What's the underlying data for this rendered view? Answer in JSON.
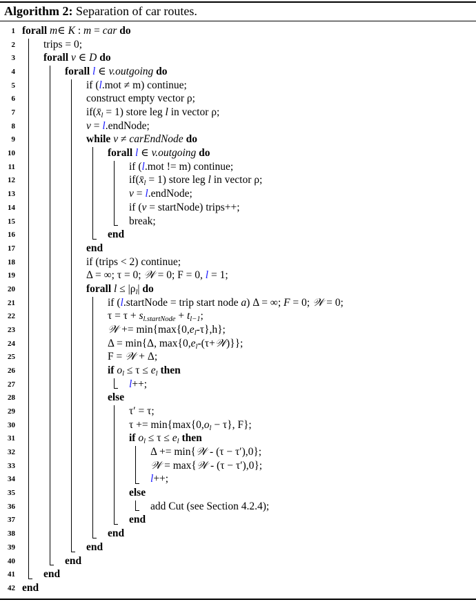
{
  "caption": {
    "label": "Algorithm 2:",
    "title": "Separation of car routes."
  },
  "lines": [
    {
      "n": "1",
      "indent": 0,
      "parts": [
        [
          "kw",
          "forall "
        ],
        [
          "it",
          "m"
        ],
        [
          "",
          "∈"
        ],
        [
          "it",
          " K"
        ],
        [
          "",
          " : "
        ],
        [
          "it",
          "m"
        ],
        [
          "",
          " = "
        ],
        [
          "it",
          "car"
        ],
        [
          "kw",
          " do"
        ]
      ]
    },
    {
      "n": "2",
      "indent": 1,
      "parts": [
        [
          "",
          "trips = 0;"
        ]
      ]
    },
    {
      "n": "3",
      "indent": 1,
      "parts": [
        [
          "kw",
          "forall "
        ],
        [
          "it",
          "v"
        ],
        [
          "",
          " ∈ "
        ],
        [
          "it",
          "D"
        ],
        [
          "kw",
          " do"
        ]
      ]
    },
    {
      "n": "4",
      "indent": 2,
      "parts": [
        [
          "kw",
          "forall "
        ],
        [
          "blue",
          "l"
        ],
        [
          "",
          " ∈ "
        ],
        [
          "it",
          "v.outgoing"
        ],
        [
          "kw",
          " do"
        ]
      ]
    },
    {
      "n": "5",
      "indent": 3,
      "parts": [
        [
          "",
          "if ("
        ],
        [
          "blue",
          "l"
        ],
        [
          "",
          ".mot ≠ m) continue;"
        ]
      ]
    },
    {
      "n": "6",
      "indent": 3,
      "parts": [
        [
          "",
          "construct empty vector ρ;"
        ]
      ]
    },
    {
      "n": "7",
      "indent": 3,
      "parts": [
        [
          "",
          "if("
        ],
        [
          "it",
          "x̄"
        ],
        [
          "sub",
          "l"
        ],
        [
          "",
          " = 1) store leg "
        ],
        [
          "it",
          "l"
        ],
        [
          "",
          " in vector ρ;"
        ]
      ]
    },
    {
      "n": "8",
      "indent": 3,
      "parts": [
        [
          "it",
          "v"
        ],
        [
          "",
          " = "
        ],
        [
          "blue",
          "l"
        ],
        [
          "",
          ".endNode;"
        ]
      ]
    },
    {
      "n": "9",
      "indent": 3,
      "parts": [
        [
          "kw",
          "while "
        ],
        [
          "it",
          "v"
        ],
        [
          "",
          " ≠ "
        ],
        [
          "it",
          "carEndNode"
        ],
        [
          "kw",
          " do"
        ]
      ]
    },
    {
      "n": "10",
      "indent": 4,
      "parts": [
        [
          "kw",
          "forall "
        ],
        [
          "blue",
          "l"
        ],
        [
          "",
          " ∈ "
        ],
        [
          "it",
          "v.outgoing"
        ],
        [
          "kw",
          " do"
        ]
      ]
    },
    {
      "n": "11",
      "indent": 5,
      "parts": [
        [
          "",
          "if ("
        ],
        [
          "blue",
          "l"
        ],
        [
          "",
          ".mot != m) continue;"
        ]
      ]
    },
    {
      "n": "12",
      "indent": 5,
      "parts": [
        [
          "",
          "if("
        ],
        [
          "it",
          "x̄"
        ],
        [
          "sub",
          "l"
        ],
        [
          "",
          " = 1) store leg "
        ],
        [
          "it",
          "l"
        ],
        [
          "",
          " in vector ρ;"
        ]
      ]
    },
    {
      "n": "13",
      "indent": 5,
      "parts": [
        [
          "it",
          "v"
        ],
        [
          "",
          " = "
        ],
        [
          "blue",
          "l"
        ],
        [
          "",
          ".endNode;"
        ]
      ]
    },
    {
      "n": "14",
      "indent": 5,
      "parts": [
        [
          "",
          "if ("
        ],
        [
          "it",
          "v"
        ],
        [
          "",
          " = startNode) trips++;"
        ]
      ]
    },
    {
      "n": "15",
      "indent": 5,
      "parts": [
        [
          "",
          "break;"
        ]
      ]
    },
    {
      "n": "16",
      "indent": 4,
      "parts": [
        [
          "kw",
          "end"
        ]
      ]
    },
    {
      "n": "17",
      "indent": 3,
      "parts": [
        [
          "kw",
          "end"
        ]
      ]
    },
    {
      "n": "18",
      "indent": 3,
      "parts": [
        [
          "",
          "if (trips < 2) continue;"
        ]
      ]
    },
    {
      "n": "19",
      "indent": 3,
      "parts": [
        [
          "",
          "Δ = ∞; τ = 0; "
        ],
        [
          "it",
          "𝒲"
        ],
        [
          "",
          " = 0; F = 0, "
        ],
        [
          "blue",
          "l"
        ],
        [
          "",
          " = 1;"
        ]
      ]
    },
    {
      "n": "20",
      "indent": 3,
      "parts": [
        [
          "kw",
          "forall "
        ],
        [
          "it",
          "l"
        ],
        [
          "",
          " ≤ |ρ"
        ],
        [
          "sub",
          "l"
        ],
        [
          "",
          "| "
        ],
        [
          "kw",
          "do"
        ]
      ]
    },
    {
      "n": "21",
      "indent": 4,
      "parts": [
        [
          "",
          "if ("
        ],
        [
          "blue",
          "l"
        ],
        [
          "",
          ".startNode = trip start node "
        ],
        [
          "it",
          "a"
        ],
        [
          "",
          ") Δ = ∞; "
        ],
        [
          "it",
          "F"
        ],
        [
          "",
          " = 0; "
        ],
        [
          "it",
          "𝒲"
        ],
        [
          "",
          " = 0;"
        ]
      ]
    },
    {
      "n": "22",
      "indent": 4,
      "parts": [
        [
          "",
          "τ = τ + "
        ],
        [
          "it",
          "s"
        ],
        [
          "sub",
          "l.startNode"
        ],
        [
          "",
          " + "
        ],
        [
          "it",
          "t"
        ],
        [
          "sub",
          "l−1"
        ],
        [
          "",
          ";"
        ]
      ]
    },
    {
      "n": "23",
      "indent": 4,
      "parts": [
        [
          "it",
          "𝒲"
        ],
        [
          "",
          " += min{max{0,"
        ],
        [
          "it",
          "e"
        ],
        [
          "sub",
          "l"
        ],
        [
          "",
          "-τ},h};"
        ]
      ]
    },
    {
      "n": "24",
      "indent": 4,
      "parts": [
        [
          "",
          "Δ = min{Δ, max{0,"
        ],
        [
          "it",
          "e"
        ],
        [
          "sub",
          "l"
        ],
        [
          "",
          "-(τ+"
        ],
        [
          "it",
          "𝒲"
        ],
        [
          "",
          ")}};"
        ]
      ]
    },
    {
      "n": "25",
      "indent": 4,
      "parts": [
        [
          "",
          "F = "
        ],
        [
          "it",
          "𝒲"
        ],
        [
          "",
          " + Δ;"
        ]
      ]
    },
    {
      "n": "26",
      "indent": 4,
      "parts": [
        [
          "kw",
          "if "
        ],
        [
          "it",
          "o"
        ],
        [
          "sub",
          "l"
        ],
        [
          "",
          " ≤ τ ≤ "
        ],
        [
          "it",
          "e"
        ],
        [
          "sub",
          "l"
        ],
        [
          "kw",
          " then"
        ]
      ]
    },
    {
      "n": "27",
      "indent": 5,
      "parts": [
        [
          "blue",
          "l"
        ],
        [
          "",
          "++;"
        ]
      ]
    },
    {
      "n": "28",
      "indent": 4,
      "parts": [
        [
          "kw",
          "else"
        ]
      ]
    },
    {
      "n": "29",
      "indent": 5,
      "parts": [
        [
          "",
          "τ′ = τ;"
        ]
      ]
    },
    {
      "n": "30",
      "indent": 5,
      "parts": [
        [
          "",
          "τ += min{max{0,"
        ],
        [
          "it",
          "o"
        ],
        [
          "sub",
          "l"
        ],
        [
          "",
          " − τ}, F};"
        ]
      ]
    },
    {
      "n": "31",
      "indent": 5,
      "parts": [
        [
          "kw",
          "if "
        ],
        [
          "it",
          "o"
        ],
        [
          "sub",
          "l"
        ],
        [
          "",
          " ≤ τ ≤ "
        ],
        [
          "it",
          "e"
        ],
        [
          "sub",
          "l"
        ],
        [
          "kw",
          " then"
        ]
      ]
    },
    {
      "n": "32",
      "indent": 6,
      "parts": [
        [
          "",
          "Δ += min{"
        ],
        [
          "it",
          "𝒲"
        ],
        [
          "",
          " - (τ − τ′),0};"
        ]
      ]
    },
    {
      "n": "33",
      "indent": 6,
      "parts": [
        [
          "it",
          "𝒲"
        ],
        [
          "",
          " = max{"
        ],
        [
          "it",
          "𝒲"
        ],
        [
          "",
          " - (τ − τ′),0};"
        ]
      ]
    },
    {
      "n": "34",
      "indent": 6,
      "parts": [
        [
          "blue",
          "l"
        ],
        [
          "",
          "++;"
        ]
      ]
    },
    {
      "n": "35",
      "indent": 5,
      "parts": [
        [
          "kw",
          "else"
        ]
      ]
    },
    {
      "n": "36",
      "indent": 6,
      "parts": [
        [
          "",
          "add Cut (see Section 4.2.4);"
        ]
      ]
    },
    {
      "n": "37",
      "indent": 5,
      "parts": [
        [
          "kw",
          "end"
        ]
      ]
    },
    {
      "n": "38",
      "indent": 4,
      "parts": [
        [
          "kw",
          "end"
        ]
      ]
    },
    {
      "n": "39",
      "indent": 3,
      "parts": [
        [
          "kw",
          "end"
        ]
      ]
    },
    {
      "n": "40",
      "indent": 2,
      "parts": [
        [
          "kw",
          "end"
        ]
      ]
    },
    {
      "n": "41",
      "indent": 1,
      "parts": [
        [
          "kw",
          "end"
        ]
      ]
    },
    {
      "n": "42",
      "indent": 0,
      "parts": [
        [
          "kw",
          "end"
        ]
      ]
    }
  ]
}
